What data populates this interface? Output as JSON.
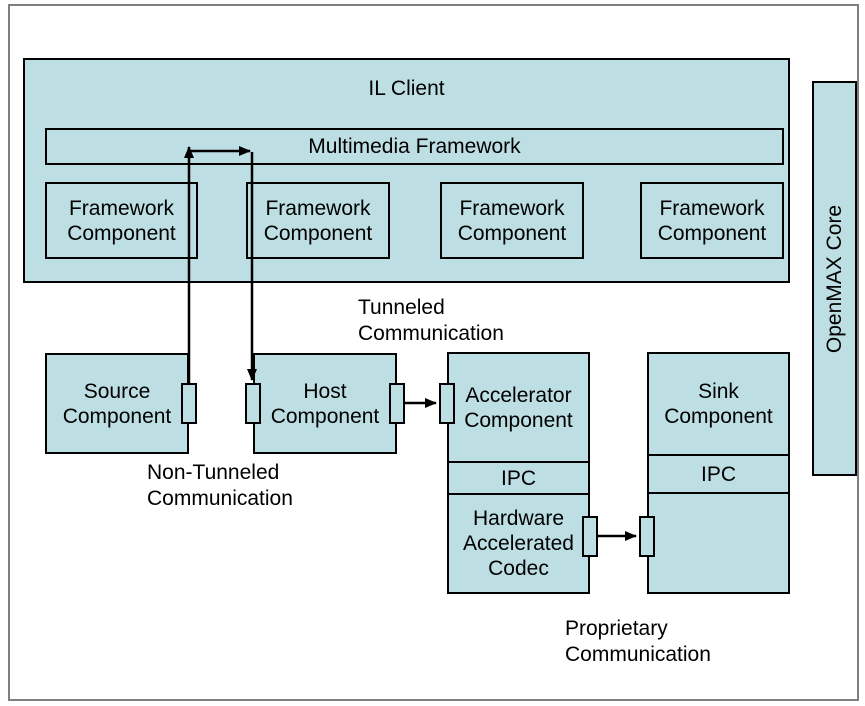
{
  "colors": {
    "box_fill": "#bddee2",
    "box_border": "#000000",
    "page_border": "#7f7f7f",
    "arrow": "#000000",
    "text": "#000000"
  },
  "il_client": {
    "label": "IL Client"
  },
  "multimedia_framework": {
    "label": "Multimedia Framework"
  },
  "framework_components": {
    "labels": [
      "Framework\nComponent",
      "Framework\nComponent",
      "Framework\nComponent",
      "Framework\nComponent"
    ]
  },
  "openmax_core": {
    "label": "OpenMAX Core"
  },
  "components": {
    "source": {
      "label": "Source\nComponent"
    },
    "host": {
      "label": "Host\nComponent"
    },
    "accelerator": {
      "label": "Accelerator\nComponent",
      "ipc": "IPC",
      "codec": "Hardware\nAccelerated\nCodec"
    },
    "sink": {
      "label": "Sink\nComponent",
      "ipc": "IPC"
    }
  },
  "annotations": {
    "tunneled": "Tunneled\nCommunication",
    "non_tunneled": "Non-Tunneled\nCommunication",
    "proprietary": "Proprietary\nCommunication"
  }
}
